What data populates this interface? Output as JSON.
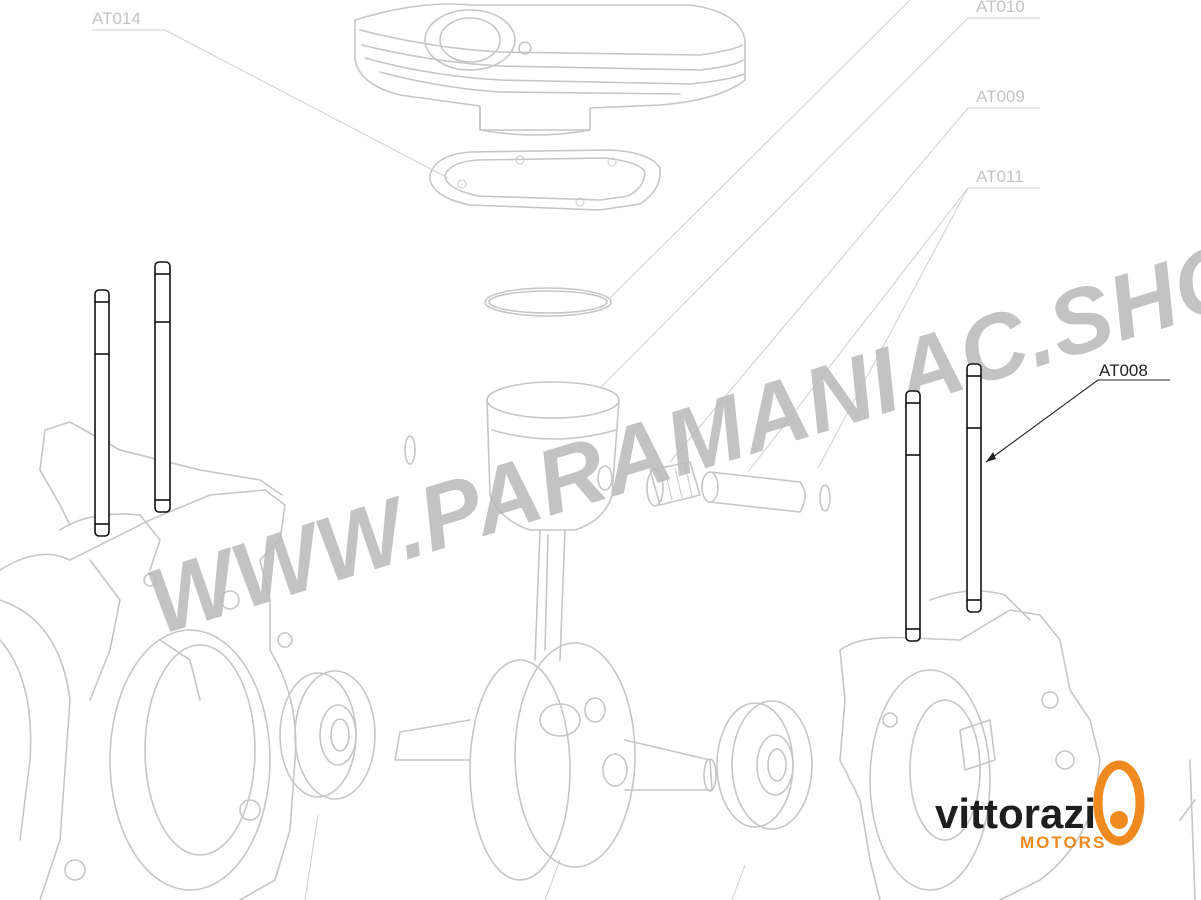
{
  "callouts": {
    "at014": "AT014",
    "at010": "AT010",
    "at009": "AT009",
    "at011": "AT011",
    "at008": "AT008"
  },
  "watermark": "WWW.PARAMANIAC.SHOP",
  "logo": {
    "brand": "vittorazi",
    "sub": "MOTORS",
    "accent_color": "#ee8a1f"
  },
  "colors": {
    "highlight_line": "#111111",
    "ghost_line": "#c6c6c6"
  }
}
